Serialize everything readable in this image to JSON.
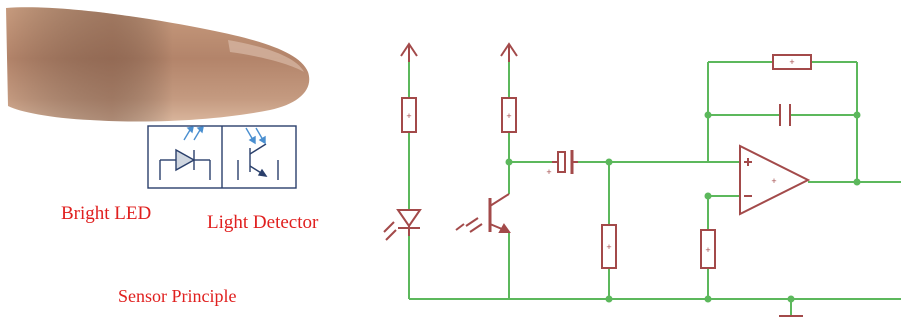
{
  "labels": {
    "bright_led": "Bright LED",
    "light_detector": "Light Detector",
    "sensor_principle": "Sensor Principle"
  },
  "colors": {
    "wire": "#5cb85c",
    "component": "#a34a4a",
    "label": "#e0201f",
    "sensor_box": "#2a3f6b",
    "light_rays": "#4a8fd0",
    "skin": "#b98a6c"
  },
  "component_marks": {
    "plus": "+"
  }
}
